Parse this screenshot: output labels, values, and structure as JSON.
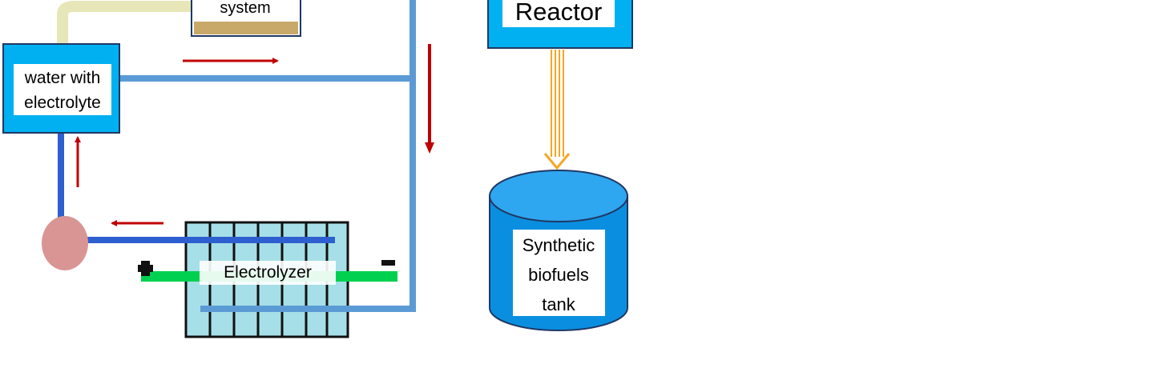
{
  "diagram": {
    "nodes": {
      "water_box": {
        "lines": [
          "water with",
          "electrolyte"
        ]
      },
      "storage_box": {
        "lines": [
          "system"
        ]
      },
      "reactor_box": {
        "lines": [
          "Reactor"
        ]
      },
      "tank": {
        "lines": [
          "Synthetic",
          "biofuels",
          "tank"
        ]
      },
      "electrolyzer": {
        "lines": [
          "Electrolyzer"
        ]
      }
    },
    "terminals": {
      "positive": "+",
      "negative": "−"
    },
    "colors": {
      "box_fill": "#00b0f0",
      "box_border": "#1f3864",
      "pipe": "#5b9bd5",
      "pipe_dark": "#2e5fd0",
      "flow_arrow": "#c00000",
      "pump": "#d99594",
      "electrode": "#00d050",
      "output_arrow": "#f5a623",
      "gas_pipe": "#e6e6b8",
      "storage_fill": "#c8a96a",
      "cell_fill": "#a6dfe8"
    }
  }
}
